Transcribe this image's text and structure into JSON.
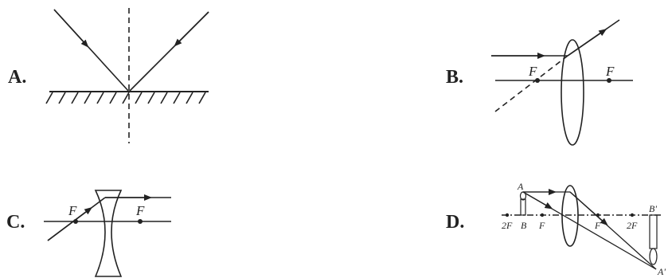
{
  "options": [
    {
      "label": "A.",
      "kind": "reflection-diagram"
    },
    {
      "label": "B.",
      "kind": "convex-lens-diagram",
      "focal_labels": [
        "F",
        "F"
      ]
    },
    {
      "label": "C.",
      "kind": "concave-lens-diagram",
      "focal_labels": [
        "F",
        "F"
      ]
    },
    {
      "label": "D.",
      "kind": "convex-lens-imaging-diagram",
      "axis_labels": [
        "2F",
        "B",
        "F",
        "F",
        "2F"
      ],
      "object_labels": [
        "A",
        "B'",
        "A'"
      ]
    }
  ],
  "colors": {
    "ink": "#222222",
    "background": "#ffffff"
  }
}
